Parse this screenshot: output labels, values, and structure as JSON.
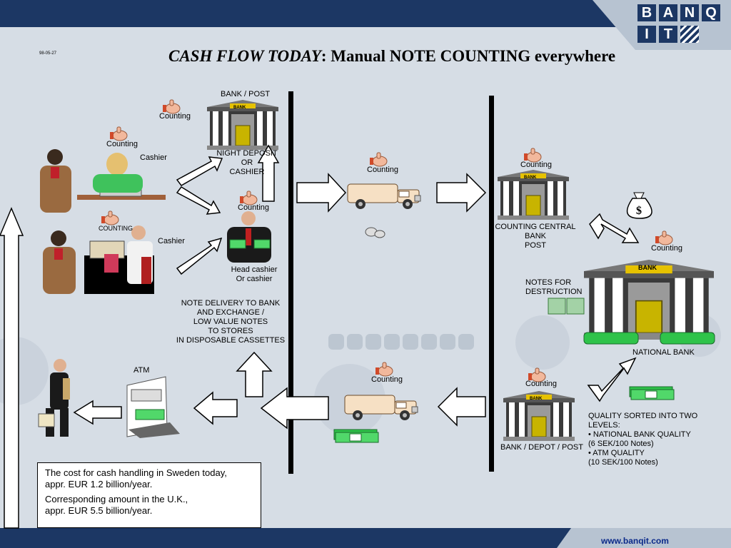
{
  "header": {
    "date": "98-05-27",
    "title_italic": "CASH FLOW TODAY",
    "title_rest": ":  Manual NOTE COUNTING everywhere"
  },
  "logo": {
    "row1": [
      "B",
      "A",
      "N",
      "Q"
    ],
    "row2": [
      "I",
      "T"
    ]
  },
  "labels": {
    "bank_post": "BANK / POST",
    "counting": "Counting",
    "counting_caps": "COUNTING",
    "cashier": "Cashier",
    "night_deposit": "NIGHT DEPOSIT\nOR\nCASHIER",
    "head_cashier": "Head cashier\nOr cashier",
    "note_delivery": "NOTE DELIVERY TO  BANK\nAND EXCHANGE /\nLOW VALUE  NOTES\nTO  STORES\nIN  DISPOSABLE  CASSETTES",
    "atm": "ATM",
    "counting_central": "COUNTING CENTRAL\nBANK\nPOST",
    "notes_destruction": "NOTES FOR\nDESTRUCTION",
    "national_bank": "NATIONAL BANK",
    "bank_depot_post": "BANK / DEPOT / POST",
    "bank_sign": "BANK",
    "quality": "QUALITY SORTED INTO TWO\nLEVELS:\n• NATIONAL BANK QUALITY\n  (6 SEK/100 Notes)\n• ATM QUALITY\n  (10 SEK/100 Notes)"
  },
  "cost": {
    "p1": "The cost for cash handling in Sweden today,\nappr.  EUR 1.2 billion/year.",
    "p2": "Corresponding amount in the U.K.,\nappr. EUR 5.5 billion/year."
  },
  "footer": {
    "website": "www.banqit.com"
  },
  "colors": {
    "navy": "#1c3764",
    "background": "#d6dde5",
    "money_green": "#2fc34a",
    "building_gray": "#8a8a8a"
  }
}
